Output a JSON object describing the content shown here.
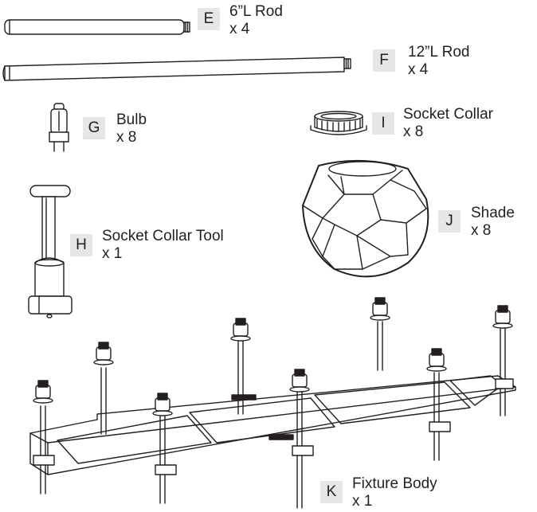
{
  "parts": [
    {
      "letter": "E",
      "name": "6”L Rod",
      "qty": "x 4"
    },
    {
      "letter": "F",
      "name": "12”L Rod",
      "qty": "x 4"
    },
    {
      "letter": "G",
      "name": "Bulb",
      "qty": "x 8"
    },
    {
      "letter": "I",
      "name": "Socket Collar",
      "qty": "x 8"
    },
    {
      "letter": "H",
      "name": "Socket Collar Tool",
      "qty": "x 1"
    },
    {
      "letter": "J",
      "name": "Shade",
      "qty": "x 8"
    },
    {
      "letter": "K",
      "name": "Fixture Body",
      "qty": "x 1"
    }
  ]
}
